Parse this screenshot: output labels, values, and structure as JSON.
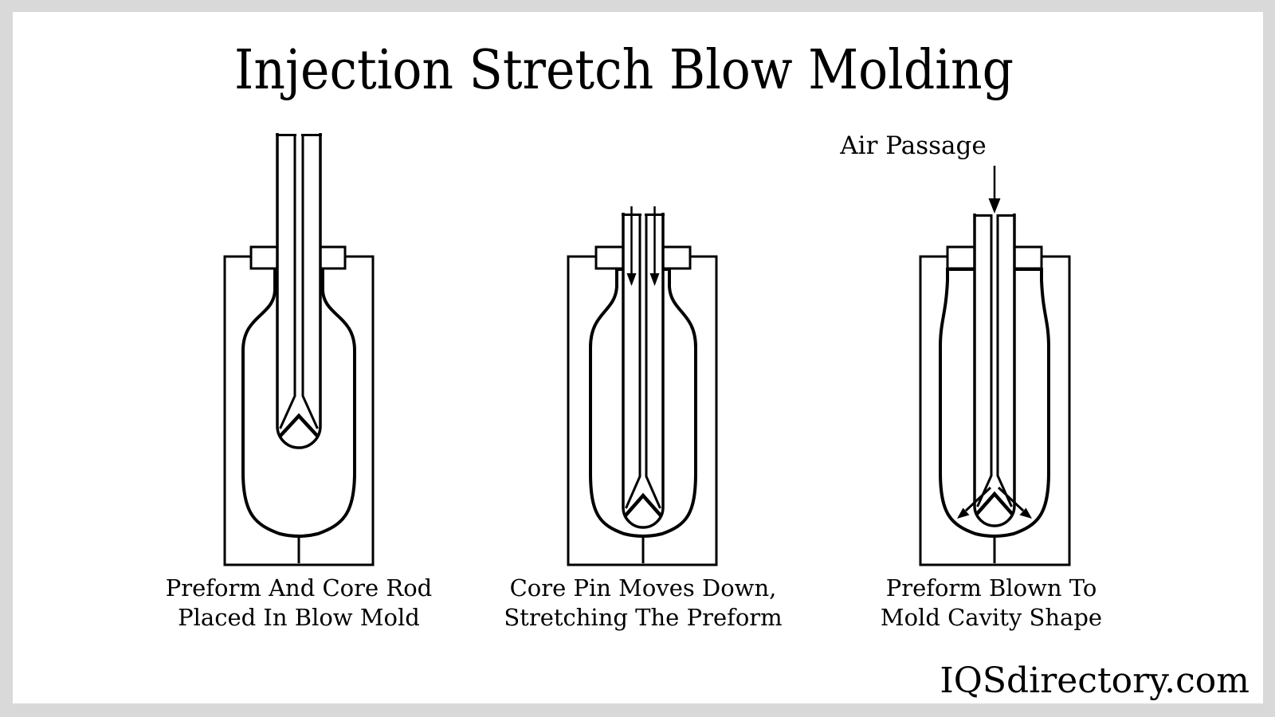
{
  "title": "Injection Stretch Blow Molding",
  "labels": {
    "air_passage": "Air Passage",
    "watermark": "IQSdirectory.com"
  },
  "stages": [
    {
      "caption": [
        "Preform And Core Rod",
        "Placed In Blow Mold"
      ]
    },
    {
      "caption": [
        "Core Pin Moves Down,",
        "Stretching The Preform"
      ]
    },
    {
      "caption": [
        "Preform Blown To",
        "Mold Cavity Shape"
      ]
    }
  ],
  "colors": {
    "background": "#d9d9d9",
    "canvas": "#ffffff",
    "line": "#000000",
    "mold_gradient_light": "#cbcbcb",
    "mold_gradient_dark": "#050505",
    "mold_gradient_corner": "#efefef"
  }
}
